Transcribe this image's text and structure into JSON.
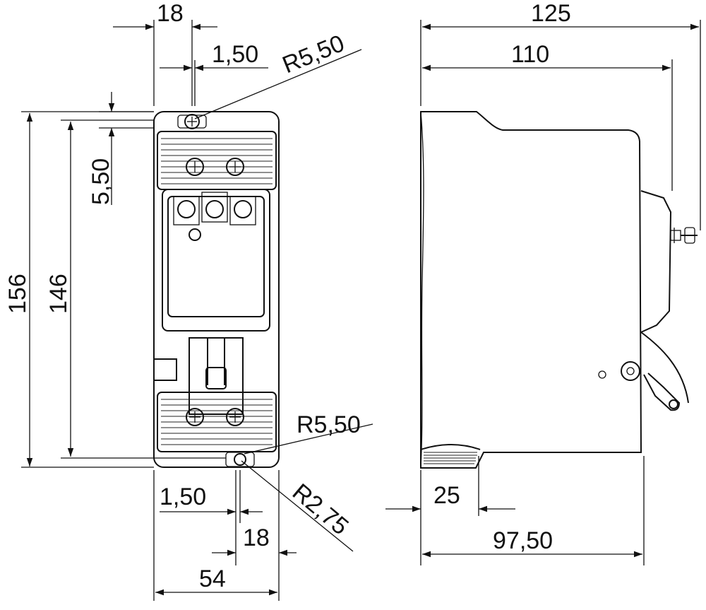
{
  "dimensions": {
    "front_top_width": "18",
    "front_top_offset": "1,50",
    "front_top_radius": "R5,50",
    "front_top_gap": "5,50",
    "front_total_height": "156",
    "front_inner_height": "146",
    "front_bottom_radius": "R5,50",
    "front_bottom_offset": "1,50",
    "front_slot_radius": "R2,75",
    "front_bottom_width": "18",
    "front_total_width": "54",
    "side_total_depth": "125",
    "side_body_depth": "110",
    "side_foot_depth": "25",
    "side_base_depth": "97,50"
  },
  "colors": {
    "line": "#111111",
    "background": "#ffffff"
  }
}
